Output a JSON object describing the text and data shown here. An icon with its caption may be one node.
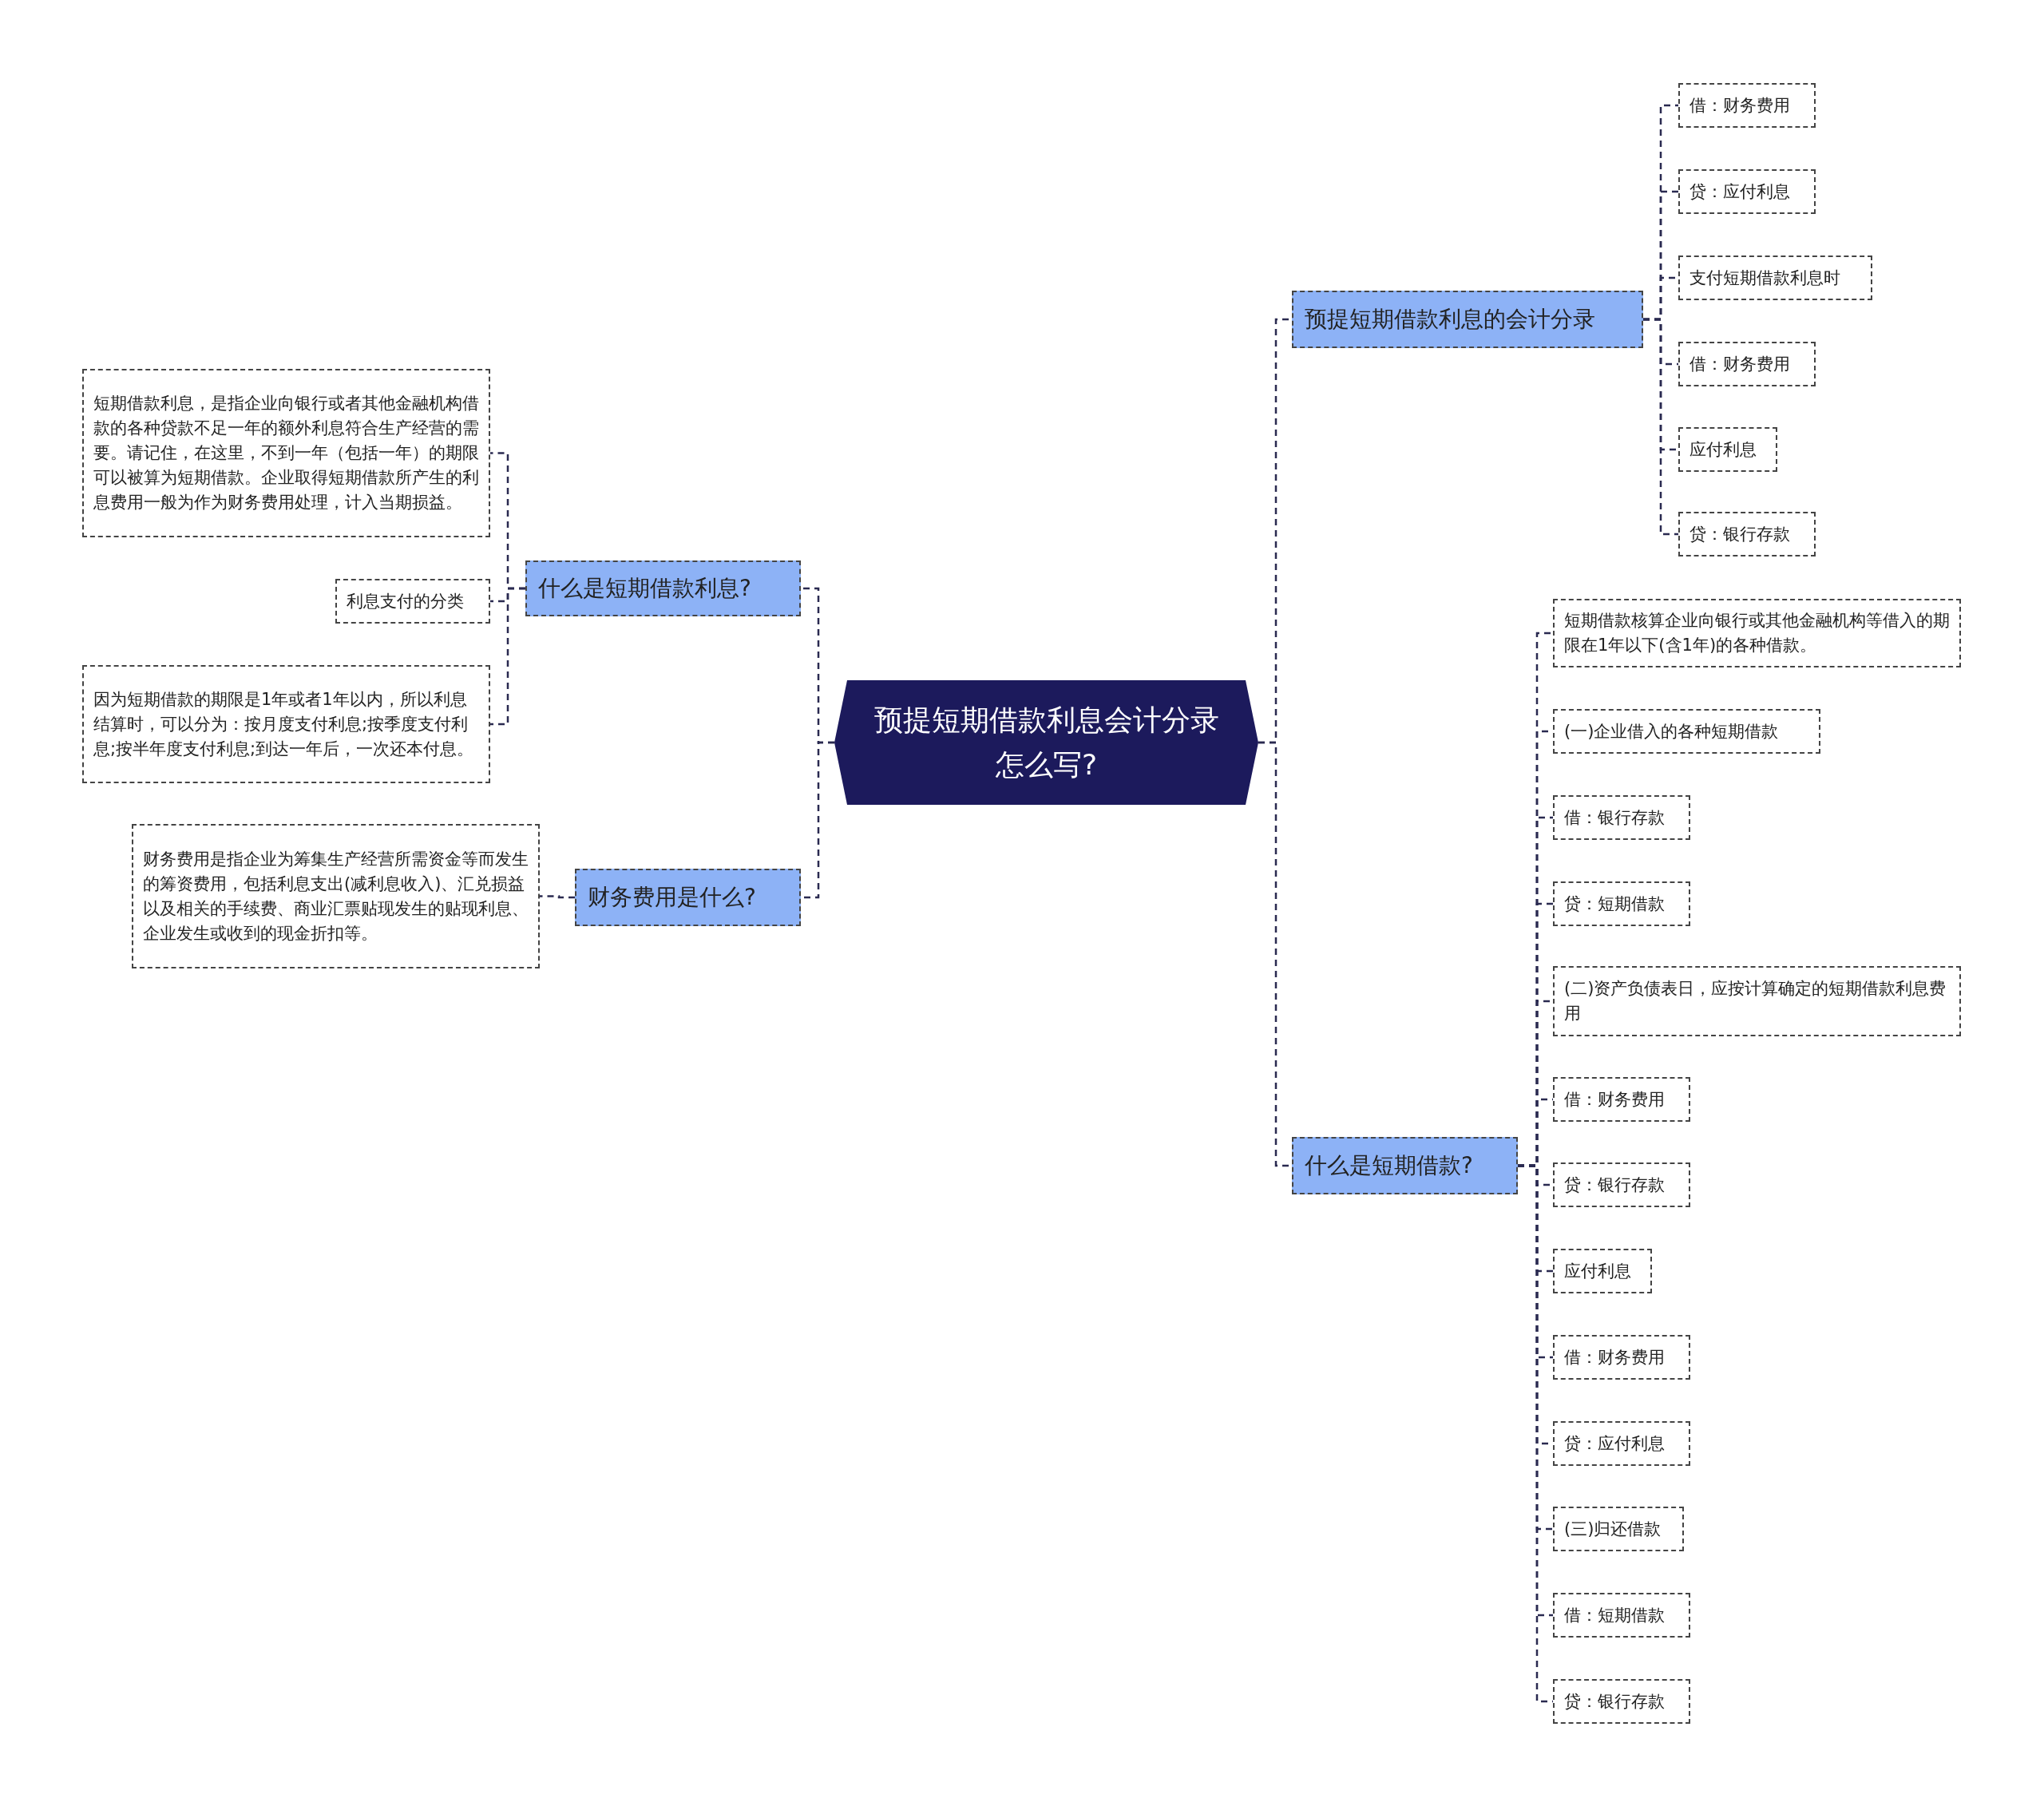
{
  "diagram": {
    "nodes": [
      {
        "text": [
          "预提短期借款利息会计分录怎么写?"
        ]
      },
      {
        "text": [
          "什么是短期借款利息?"
        ]
      },
      {
        "text": [
          "短期借款利息，是指企业向银行或者其他金融机构借款的各种贷款不足一年的额外利息符合生产经营的需要。请记住，在这里，不到一年（包括一年）的期限可以被算为短期借款。企业取得短期借款所产生的利息费用一般为作为财务费用处理，计入当期损益。"
        ]
      },
      {
        "text": [
          "利息支付的分类"
        ]
      },
      {
        "text": [
          "因为短期借款的期限是1年或者1年以内，所以利息结算时，可以分为：按月度支付利息;按季度支付利息;按半年度支付利息;到达一年后，一次还本付息。"
        ]
      },
      {
        "text": [
          "财务费用是什么?"
        ]
      },
      {
        "text": [
          "财务费用是指企业为筹集生产经营所需资金等而发生的筹资费用，包括利息支出(减利息收入)、汇兑损益以及相关的手续费、商业汇票贴现发生的贴现利息、企业发生或收到的现金折扣等。"
        ]
      },
      {
        "text": [
          "预提短期借款利息的会计分录"
        ]
      },
      {
        "text": [
          "借：财务费用"
        ]
      },
      {
        "text": [
          "贷：应付利息"
        ]
      },
      {
        "text": [
          "支付短期借款利息时"
        ]
      },
      {
        "text": [
          "借：财务费用"
        ]
      },
      {
        "text": [
          "应付利息"
        ]
      },
      {
        "text": [
          "贷：银行存款"
        ]
      },
      {
        "text": [
          "什么是短期借款?"
        ]
      },
      {
        "text": [
          "短期借款核算企业向银行或其他金融机构等借入的期限在1年以下(含1年)的各种借款。"
        ]
      },
      {
        "text": [
          "(一)企业借入的各种短期借款"
        ]
      },
      {
        "text": [
          "借：银行存款"
        ]
      },
      {
        "text": [
          "贷：短期借款"
        ]
      },
      {
        "text": [
          "(二)资产负债表日，应按计算确定的短期借款利息费用"
        ]
      },
      {
        "text": [
          "借：财务费用"
        ]
      },
      {
        "text": [
          "贷：银行存款"
        ]
      },
      {
        "text": [
          "应付利息"
        ]
      },
      {
        "text": [
          "借：财务费用"
        ]
      },
      {
        "text": [
          "贷：应付利息"
        ]
      },
      {
        "text": [
          "(三)归还借款"
        ]
      },
      {
        "text": [
          "借：短期借款"
        ]
      },
      {
        "text": [
          "贷：银行存款"
        ]
      }
    ],
    "edges": [
      {
        "from": 0,
        "to": 1,
        "arrow": "none",
        "style": "dashed"
      },
      {
        "from": 1,
        "to": 2,
        "arrow": "none",
        "style": "dashed"
      },
      {
        "from": 1,
        "to": 3,
        "arrow": "none",
        "style": "dashed"
      },
      {
        "from": 1,
        "to": 4,
        "arrow": "none",
        "style": "dashed"
      },
      {
        "from": 0,
        "to": 5,
        "arrow": "none",
        "style": "dashed"
      },
      {
        "from": 5,
        "to": 6,
        "arrow": "none",
        "style": "dashed"
      },
      {
        "from": 0,
        "to": 7,
        "arrow": "none",
        "style": "dashed"
      },
      {
        "from": 7,
        "to": 8,
        "arrow": "none",
        "style": "dashed"
      },
      {
        "from": 7,
        "to": 9,
        "arrow": "none",
        "style": "dashed"
      },
      {
        "from": 7,
        "to": 10,
        "arrow": "none",
        "style": "dashed"
      },
      {
        "from": 7,
        "to": 11,
        "arrow": "none",
        "style": "dashed"
      },
      {
        "from": 7,
        "to": 12,
        "arrow": "none",
        "style": "dashed"
      },
      {
        "from": 7,
        "to": 13,
        "arrow": "none",
        "style": "dashed"
      },
      {
        "from": 0,
        "to": 14,
        "arrow": "none",
        "style": "dashed"
      },
      {
        "from": 14,
        "to": 15,
        "arrow": "none",
        "style": "dashed"
      },
      {
        "from": 14,
        "to": 16,
        "arrow": "none",
        "style": "dashed"
      },
      {
        "from": 14,
        "to": 17,
        "arrow": "none",
        "style": "dashed"
      },
      {
        "from": 14,
        "to": 18,
        "arrow": "none",
        "style": "dashed"
      },
      {
        "from": 14,
        "to": 19,
        "arrow": "none",
        "style": "dashed"
      },
      {
        "from": 14,
        "to": 20,
        "arrow": "none",
        "style": "dashed"
      },
      {
        "from": 14,
        "to": 21,
        "arrow": "none",
        "style": "dashed"
      },
      {
        "from": 14,
        "to": 22,
        "arrow": "none",
        "style": "dashed"
      },
      {
        "from": 14,
        "to": 23,
        "arrow": "none",
        "style": "dashed"
      },
      {
        "from": 14,
        "to": 24,
        "arrow": "none",
        "style": "dashed"
      },
      {
        "from": 14,
        "to": 25,
        "arrow": "none",
        "style": "dashed"
      },
      {
        "from": 14,
        "to": 26,
        "arrow": "none",
        "style": "dashed"
      },
      {
        "from": 14,
        "to": 27,
        "arrow": "none",
        "style": "dashed"
      }
    ]
  }
}
